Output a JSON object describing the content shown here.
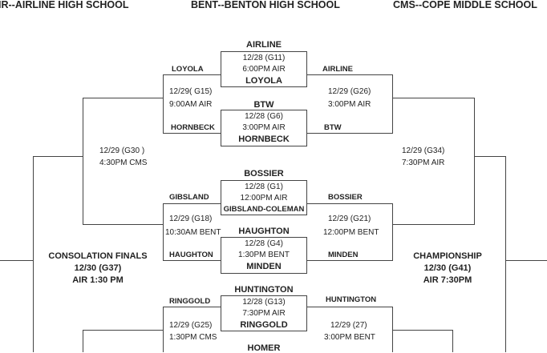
{
  "legend": {
    "air": "IR--AIRLINE HIGH SCHOOL",
    "bent": "BENT--BENTON HIGH SCHOOL",
    "cms": "CMS--COPE MIDDLE SCHOOL"
  },
  "games": {
    "g11": {
      "team_top": "AIRLINE",
      "id": "12/28 (G11)",
      "time": "6:00PM AIR",
      "team_bottom": "LOYOLA"
    },
    "g6": {
      "team_top": "BTW",
      "id": "12/28 (G6)",
      "time": "3:00PM AIR",
      "team_bottom": "HORNBECK"
    },
    "g1": {
      "team_top": "BOSSIER",
      "id": "12/28 (G1)",
      "time": "12:00PM AIR",
      "team_bottom": "GIBSLAND-COLEMAN"
    },
    "g4": {
      "team_top": "HAUGHTON",
      "id": "12/28 (G4)",
      "time": "1:30PM BENT",
      "team_bottom": "MINDEN"
    },
    "g13": {
      "team_top": "HUNTINGTON",
      "id": "12/28 (G13)",
      "time": "7:30PM AIR",
      "team_bottom": "RINGGOLD"
    },
    "next_top": "HOMER"
  },
  "left": {
    "loyola": "LOYOLA",
    "hornbeck": "HORNBECK",
    "g15_id": "12/29( G15)",
    "g15_time": "9:00AM AIR",
    "gibsland": "GIBSLAND",
    "haughton": "HAUGHTON",
    "g18_id": "12/29 (G18)",
    "g18_time": "10:30AM BENT",
    "ringgold": "RINGGOLD",
    "g25_id": "12/29 (G25)",
    "g25_time": "1:30PM CMS",
    "g30_id": "12/29 (G30 )",
    "g30_time": "4:30PM CMS",
    "consolation_title": "CONSOLATION FINALS",
    "consolation_id": "12/30 (G37)",
    "consolation_time": "AIR 1:30 PM"
  },
  "right": {
    "airline": "AIRLINE",
    "btw": "BTW",
    "g26_id": "12/29 (G26)",
    "g26_time": "3:00PM AIR",
    "bossier": "BOSSIER",
    "minden": "MINDEN",
    "g21_id": "12/29 (G21)",
    "g21_time": "12:00PM BENT",
    "huntington": "HUNTINGTON",
    "g27_id": "12/29 (27)",
    "g27_time": "3:00PM BENT",
    "g34_id": "12/29 (G34)",
    "g34_time": "7:30PM AIR",
    "championship_title": "CHAMPIONSHIP",
    "championship_id": "12/30 (G41)",
    "championship_time": "AIR 7:30PM"
  }
}
